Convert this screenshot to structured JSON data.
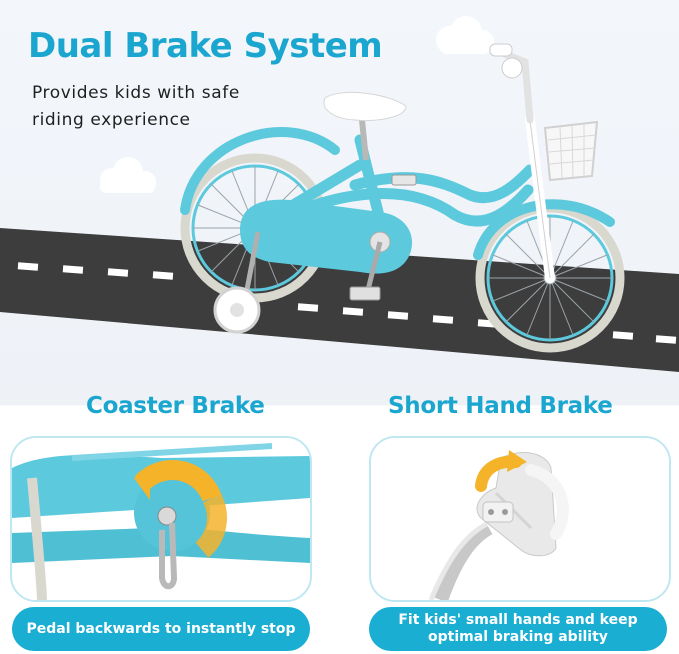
{
  "header": {
    "title": "Dual Brake System",
    "subtitle": "Provides kids with safe riding experience"
  },
  "features": [
    {
      "title": "Coaster Brake",
      "caption": "Pedal backwards to instantly stop"
    },
    {
      "title": "Short Hand Brake",
      "caption": "Fit kids' small hands and keep\noptimal braking ability"
    }
  ],
  "colors": {
    "accent": "#1aa6cf",
    "bike_body": "#5cc9dd",
    "road": "#3d3d3d",
    "arrow": "#f5b32a"
  },
  "icons": [
    "cloud-icon",
    "bicycle-illustration",
    "rotation-arrow-icon"
  ]
}
